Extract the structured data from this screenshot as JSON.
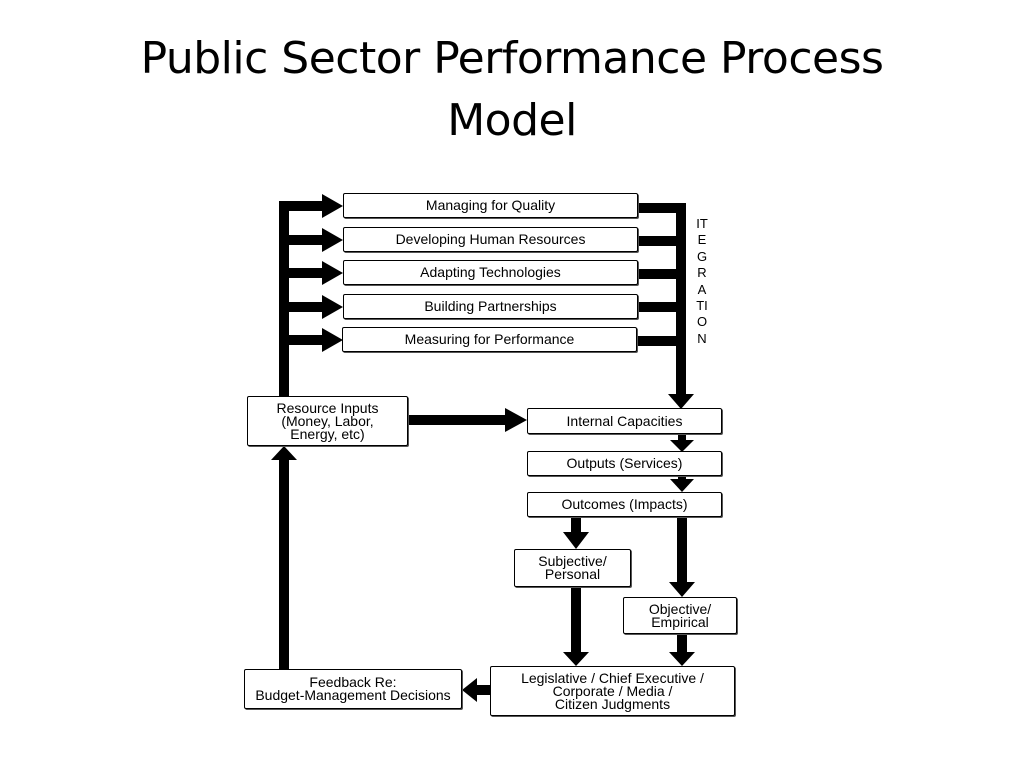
{
  "slide": {
    "title_line1": "Public Sector Performance Process",
    "title_line2": "Model"
  },
  "diagram": {
    "improvement_boxes": [
      "Managing for Quality",
      "Developing Human Resources",
      "Adapting Technologies",
      "Building Partnerships",
      "Measuring for Performance"
    ],
    "integration_label": "ITEGRATION",
    "resource_inputs": {
      "line1": "Resource Inputs",
      "line2": "(Money, Labor,",
      "line3": "Energy, etc)"
    },
    "internal_capacities": "Internal Capacities",
    "outputs": "Outputs (Services)",
    "outcomes": "Outcomes (Impacts)",
    "subjective": {
      "line1": "Subjective/",
      "line2": "Personal"
    },
    "objective": {
      "line1": "Objective/",
      "line2": "Empirical"
    },
    "judgments": {
      "line1": "Legislative / Chief Executive /",
      "line2": "Corporate / Media /",
      "line3": "Citizen Judgments"
    },
    "feedback": {
      "line1": "Feedback Re:",
      "line2": "Budget-Management Decisions"
    }
  },
  "colors": {
    "ink": "#000000",
    "background": "#ffffff"
  }
}
